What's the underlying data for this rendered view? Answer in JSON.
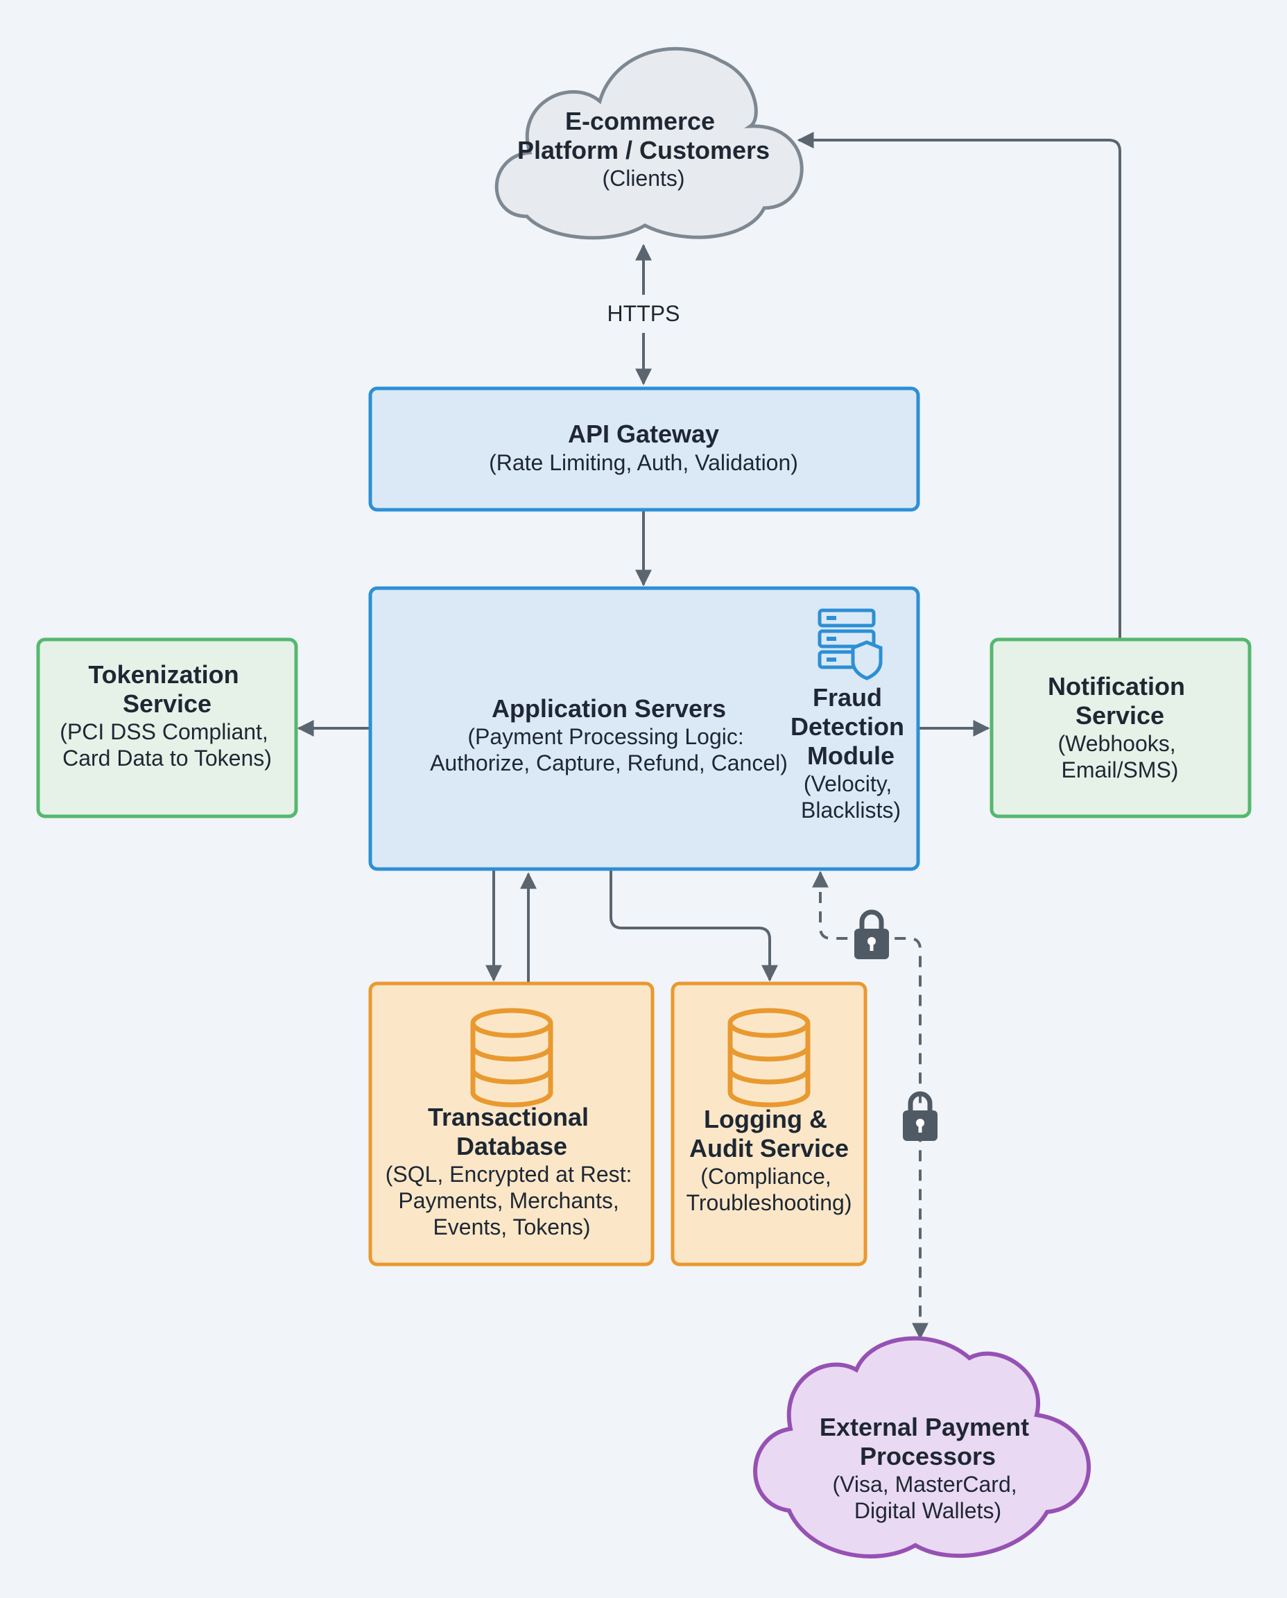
{
  "colors": {
    "background": "#f1f4f8",
    "edge": "#5a6570",
    "blue_stroke": "#2d8fd5",
    "blue_fill": "#dbe9f6",
    "green_stroke": "#55b86f",
    "green_fill": "#e6f2e8",
    "orange_stroke": "#e9992f",
    "orange_fill": "#fbe7c8",
    "purple_stroke": "#9651b4",
    "purple_fill": "#ead9f2",
    "gray_stroke": "#7d8892",
    "gray_fill": "#e7eaee",
    "lock": "#4f5a64"
  },
  "nodes": {
    "ecommerce": {
      "title_lines": [
        "E-commerce",
        "Platform / Customers"
      ],
      "sub_lines": [
        "(Clients)"
      ],
      "icon": "cloud-shape"
    },
    "api_gateway": {
      "title_lines": [
        "API Gateway"
      ],
      "sub_lines": [
        "(Rate Limiting, Auth, Validation)"
      ]
    },
    "app_servers": {
      "title_lines": [
        "Application Servers"
      ],
      "sub_lines": [
        "(Payment Processing Logic:",
        "Authorize, Capture, Refund, Cancel)"
      ]
    },
    "fraud": {
      "title_lines": [
        "Fraud",
        "Detection",
        "Module"
      ],
      "sub_lines": [
        "(Velocity,",
        "Blacklists)"
      ],
      "icon": "server-shield-icon"
    },
    "tokenization": {
      "title_lines": [
        "Tokenization",
        "Service"
      ],
      "sub_lines": [
        "(PCI DSS Compliant,",
        "Card Data to Tokens)"
      ]
    },
    "notification": {
      "title_lines": [
        "Notification",
        "Service"
      ],
      "sub_lines": [
        "(Webhooks,",
        "Email/SMS)"
      ]
    },
    "database": {
      "title_lines": [
        "Transactional",
        "Database"
      ],
      "sub_lines": [
        "(SQL, Encrypted at Rest:",
        "Payments, Merchants,",
        "Events, Tokens)"
      ],
      "icon": "database-icon"
    },
    "logging": {
      "title_lines": [
        "Logging &",
        "Audit Service"
      ],
      "sub_lines": [
        "(Compliance,",
        "Troubleshooting)"
      ],
      "icon": "database-icon"
    },
    "external": {
      "title_lines": [
        "External Payment",
        "Processors"
      ],
      "sub_lines": [
        "(Visa, MasterCard,",
        "Digital Wallets)"
      ],
      "icon": "cloud-shape"
    }
  },
  "edges": {
    "https_label": "HTTPS"
  },
  "icons": [
    "cloud-shape",
    "server-shield-icon",
    "database-icon",
    "lock-icon"
  ]
}
